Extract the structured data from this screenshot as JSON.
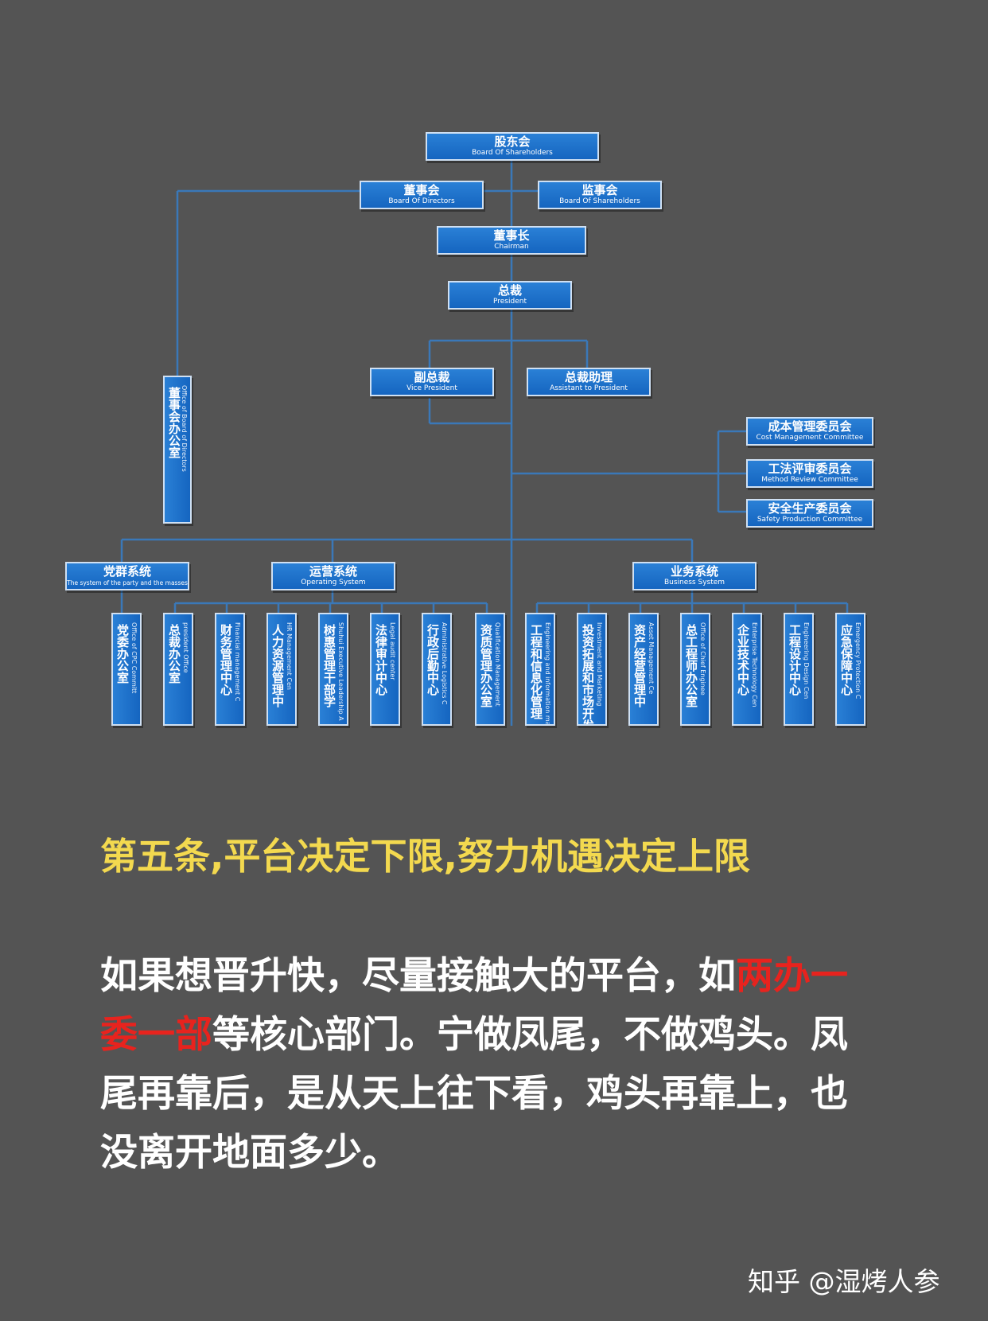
{
  "org_chart": {
    "top": [
      {
        "id": "shareholders",
        "cn": "股东会",
        "en": "Board Of Shareholders"
      },
      {
        "id": "directors",
        "cn": "董事会",
        "en": "Board Of Directors"
      },
      {
        "id": "supervisors",
        "cn": "监事会",
        "en": "Board Of Shareholders"
      },
      {
        "id": "chairman",
        "cn": "董事长",
        "en": "Chairman"
      },
      {
        "id": "president",
        "cn": "总裁",
        "en": "President"
      },
      {
        "id": "vice_president",
        "cn": "副总裁",
        "en": "Vice President"
      },
      {
        "id": "assistant",
        "cn": "总裁助理",
        "en": "Assistant to President"
      }
    ],
    "board_office": {
      "cn": "董事会办公室",
      "en": "Office of Board of Directors"
    },
    "committees": [
      {
        "cn": "成本管理委员会",
        "en": "Cost Management Committee"
      },
      {
        "cn": "工法评审委员会",
        "en": "Method Review Committee"
      },
      {
        "cn": "安全生产委员会",
        "en": "Safety Production Committee"
      }
    ],
    "systems": [
      {
        "cn": "党群系统",
        "en": "The system of the party and the masses"
      },
      {
        "cn": "运营系统",
        "en": "Operating System"
      },
      {
        "cn": "业务系统",
        "en": "Business System"
      }
    ],
    "departments": [
      {
        "cn": "党委办公室",
        "en": "Office of CPC Committ"
      },
      {
        "cn": "总裁办公室",
        "en": "president Office"
      },
      {
        "cn": "财务管理中心",
        "en": "Financial management C"
      },
      {
        "cn": "人力资源管理中",
        "en": "HR Management Cen"
      },
      {
        "cn": "树惠管理干部学",
        "en": "Shuhui Executive Leadership A"
      },
      {
        "cn": "法律审计中心",
        "en": "Legal audit center"
      },
      {
        "cn": "行政后勤中心",
        "en": "Administrative Logistics C"
      },
      {
        "cn": "资质管理办公室",
        "en": "Qualification Management"
      },
      {
        "cn": "工程和信息化管理",
        "en": "Engineering and information manage"
      },
      {
        "cn": "投资拓展和市场开发",
        "en": "Investment and Marketing"
      },
      {
        "cn": "资产经营管理中",
        "en": "Asset Management Ce"
      },
      {
        "cn": "总工程师办公室",
        "en": "Office of Chief Enginee"
      },
      {
        "cn": "企业技术中心",
        "en": "Enterprise Technology Cen"
      },
      {
        "cn": "工程设计中心",
        "en": "Engineering Design Cen"
      },
      {
        "cn": "应急保障中心",
        "en": "Emergency Protection C"
      }
    ]
  },
  "heading": "第五条,平台决定下限,努力机遇决定上限",
  "paragraph": {
    "part1": "如果想晋升快，尽量接触大的平台，如",
    "highlight": "两办一委一部",
    "part2": "等核心部门。宁做凤尾，不做鸡头。凤尾再靠后，是从天上往下看，鸡头再靠上，也没离开地面多少。"
  },
  "credit": "知乎 @湿烤人参",
  "colors": {
    "background": "#545454",
    "box": "#1e73c9",
    "connector": "#3a78b8",
    "heading": "#f3d94f",
    "highlight": "#e8231e"
  }
}
